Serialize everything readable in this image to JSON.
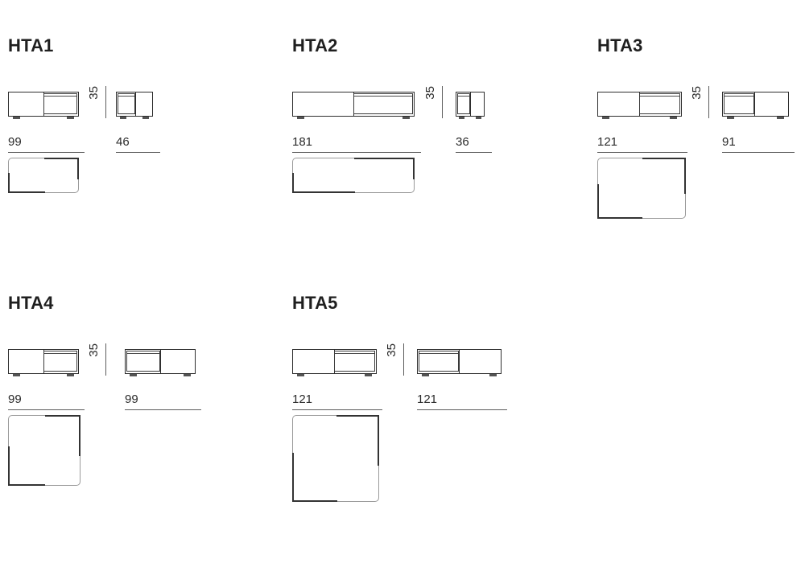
{
  "page": {
    "background": "#ffffff",
    "line_color": "#2e2e2e",
    "dim_color": "#5d5d5d",
    "title_color": "#1f1f1f"
  },
  "products": [
    {
      "id": "hta1",
      "title": "HTA1",
      "height_label": "35",
      "views": [
        {
          "name": "front",
          "width_label": "99",
          "drawer_side": "right"
        },
        {
          "name": "side",
          "width_label": "46",
          "drawer_side": "left"
        }
      ],
      "plan": {
        "shape": "rectangle"
      }
    },
    {
      "id": "hta2",
      "title": "HTA2",
      "height_label": "35",
      "views": [
        {
          "name": "front",
          "width_label": "181",
          "drawer_side": "right"
        },
        {
          "name": "side",
          "width_label": "36",
          "drawer_side": "left"
        }
      ],
      "plan": {
        "shape": "rectangle"
      }
    },
    {
      "id": "hta3",
      "title": "HTA3",
      "height_label": "35",
      "views": [
        {
          "name": "front",
          "width_label": "121",
          "drawer_side": "right"
        },
        {
          "name": "side",
          "width_label": "91",
          "drawer_side": "left"
        }
      ],
      "plan": {
        "shape": "rectangle"
      }
    },
    {
      "id": "hta4",
      "title": "HTA4",
      "height_label": "35",
      "views": [
        {
          "name": "front",
          "width_label": "99",
          "drawer_side": "right"
        },
        {
          "name": "side",
          "width_label": "99",
          "drawer_side": "left"
        }
      ],
      "plan": {
        "shape": "square"
      }
    },
    {
      "id": "hta5",
      "title": "HTA5",
      "height_label": "35",
      "views": [
        {
          "name": "front",
          "width_label": "121",
          "drawer_side": "right"
        },
        {
          "name": "side",
          "width_label": "121",
          "drawer_side": "left"
        }
      ],
      "plan": {
        "shape": "square"
      }
    }
  ]
}
